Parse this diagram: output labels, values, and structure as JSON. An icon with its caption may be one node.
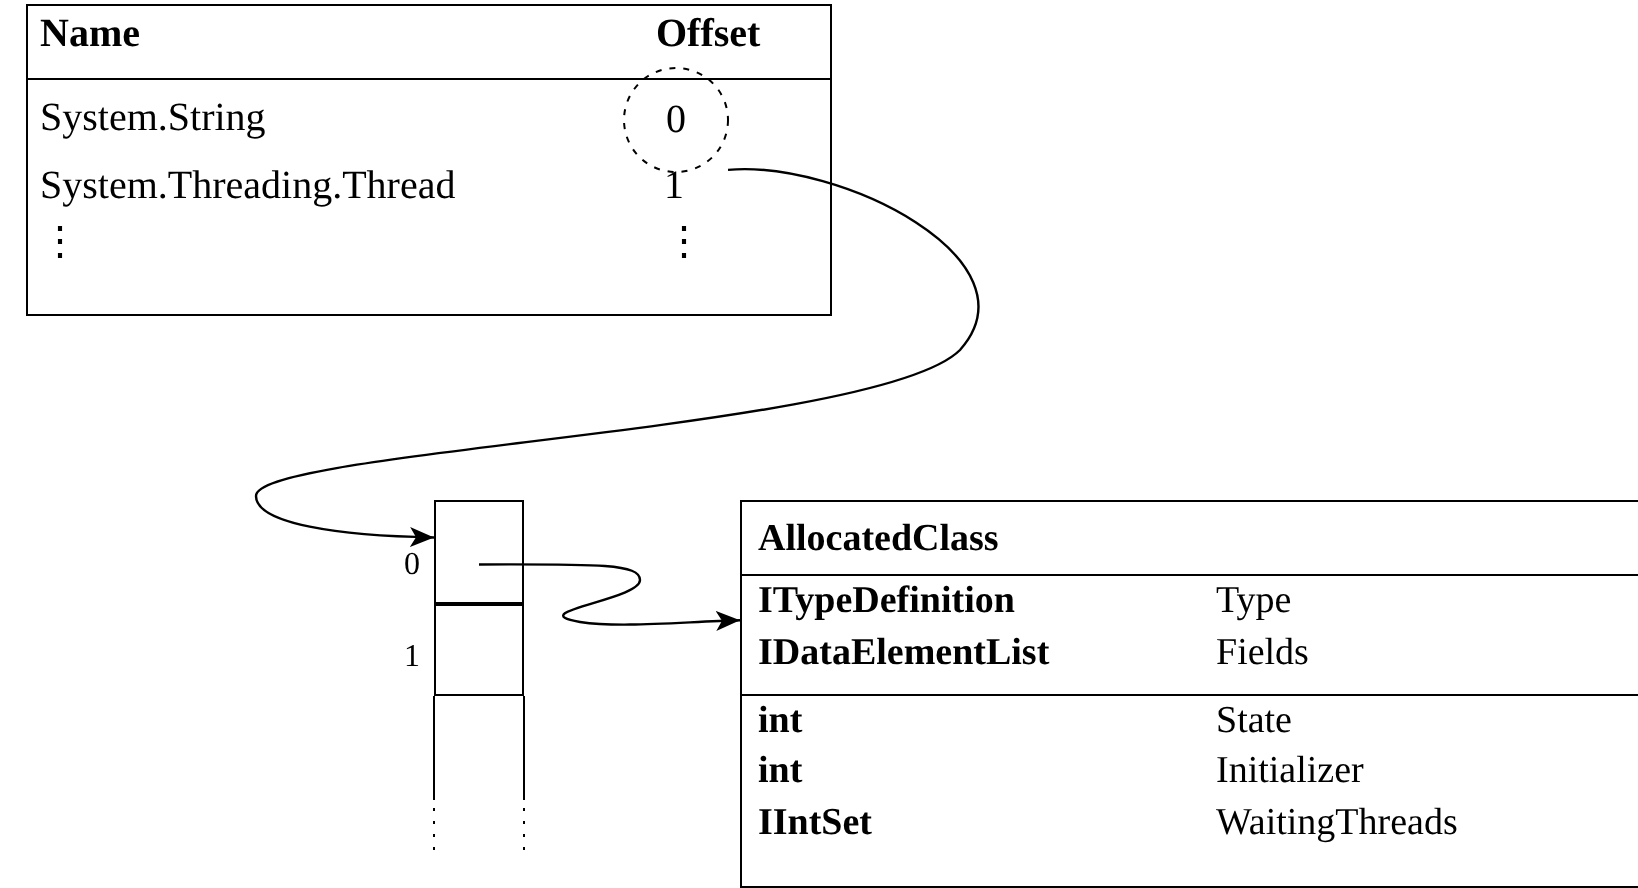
{
  "diagram": {
    "nodes": [
      {
        "text": [
          "Name",
          "Offset",
          "System.String",
          "System.Threading.Thread",
          "1",
          "⋮",
          "⋮"
        ]
      },
      {
        "text": [
          "0"
        ],
        "in": 0
      },
      {
        "text": [],
        "shape": "box",
        "beside": [
          "0"
        ]
      },
      {
        "text": [],
        "shape": "box",
        "beside": [
          "1"
        ]
      },
      {
        "text": [
          "AllocatedClass",
          "ITypeDefinition",
          "Type",
          "IDataElementList",
          "Fields",
          "int",
          "State",
          "int",
          "Initializer",
          "IIntSet",
          "WaitingThreads"
        ]
      }
    ],
    "edges": [
      {
        "from": 1,
        "to": 2,
        "arrow": "to"
      },
      {
        "from": 2,
        "to": 4,
        "arrow": "to"
      }
    ]
  }
}
